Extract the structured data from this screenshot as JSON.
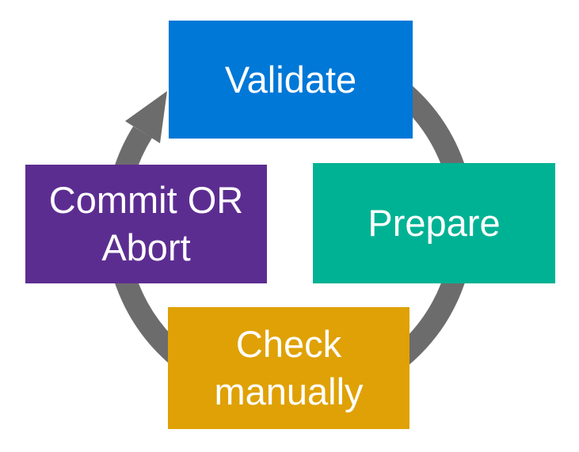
{
  "diagram": {
    "type": "cycle",
    "direction": "clockwise",
    "background_color": "#FFFFFF",
    "text_color": "#FFFFFF",
    "arrow_color": "#6C6C6C",
    "nodes": {
      "validate": {
        "label": "Validate",
        "color": "#0078D7",
        "position": "top"
      },
      "prepare": {
        "label": "Prepare",
        "color": "#00B294",
        "position": "right"
      },
      "check_manually": {
        "label": "Check\nmanually",
        "color": "#DFA105",
        "position": "bottom"
      },
      "commit_or_abort": {
        "label": "Commit OR\nAbort",
        "color": "#5C2D91",
        "position": "left"
      }
    }
  }
}
